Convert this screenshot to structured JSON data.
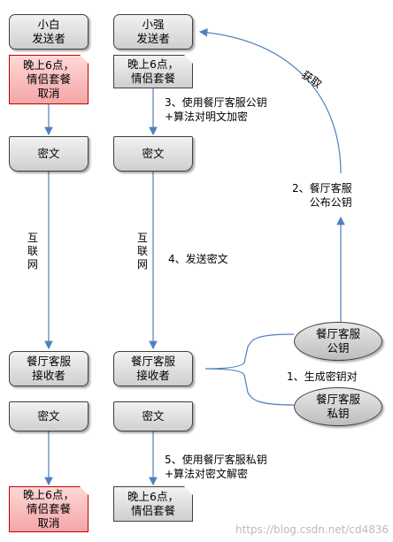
{
  "left": {
    "sender": "小白\n发送者",
    "message": "晚上6点，\n情侣套餐\n取消",
    "cipher": "密文",
    "channel": "互联网",
    "receiver": "餐厅客服\n接收者",
    "cipher2": "密文",
    "result": "晚上6点，\n情侣套餐\n取消"
  },
  "right": {
    "sender": "小强\n发送者",
    "message": "晚上6点，\n情侣套餐",
    "cipher": "密文",
    "channel": "互联网",
    "receiver": "餐厅客服\n接收者",
    "cipher2": "密文",
    "result": "晚上6点，\n情侣套餐"
  },
  "keys": {
    "public": "餐厅客服\n公钥",
    "private": "餐厅客服\n私钥"
  },
  "labels": {
    "step1": "1、生成密钥对",
    "step2": "2、餐厅客服\n公布公钥",
    "step3": "3、使用餐厅客服公钥\n+算法对明文加密",
    "step4": "4、发送密文",
    "step5": "5、使用餐厅客服私钥\n+算法对密文解密",
    "fetch": "获取"
  },
  "watermark": "https://blog.csdn.net/cd4836"
}
